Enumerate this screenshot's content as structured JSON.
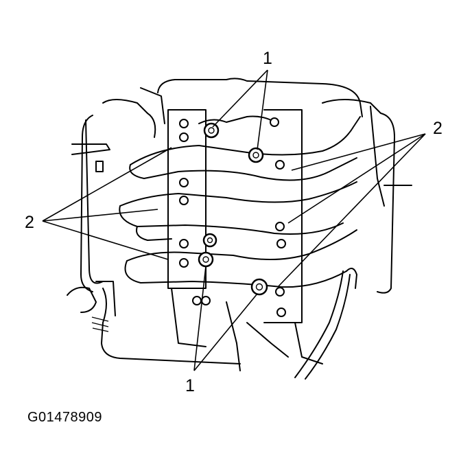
{
  "figure": {
    "id": "G01478909"
  },
  "callouts": {
    "top_bolts": "1",
    "bottom_bolts": "1",
    "right_gaskets": "2",
    "left_gaskets": "2"
  },
  "colors": {
    "ink": "#000000",
    "paper": "#ffffff"
  }
}
